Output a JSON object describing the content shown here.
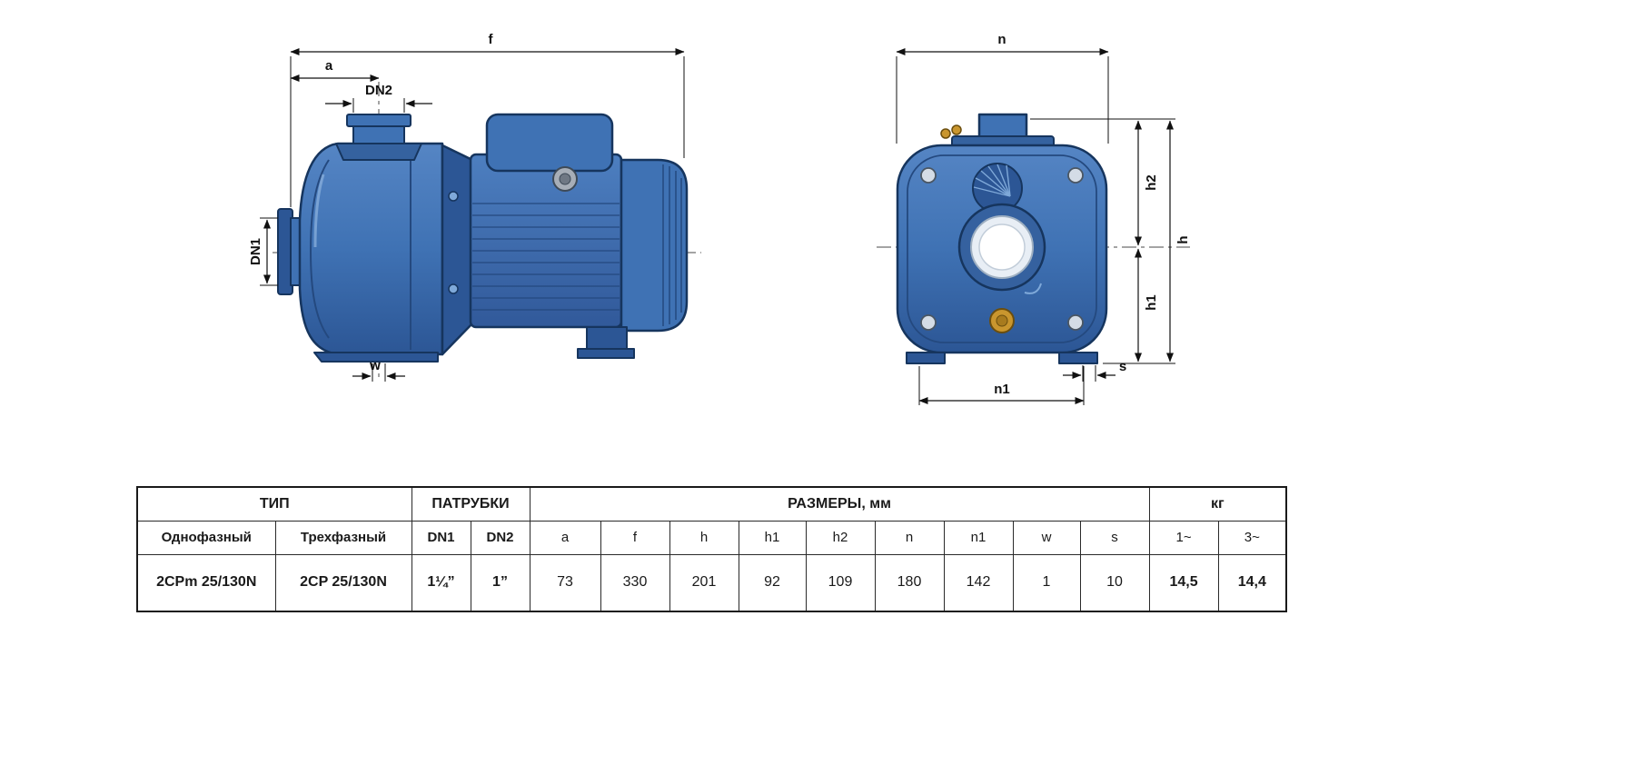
{
  "diagram": {
    "labels": {
      "f": "f",
      "a": "a",
      "dn2": "DN2",
      "dn1": "DN1",
      "w": "w",
      "n": "n",
      "h2": "h2",
      "h": "h",
      "h1": "h1",
      "s": "s",
      "n1": "n1"
    },
    "colors": {
      "pump_main": "#3f72b4",
      "pump_dark": "#2c5695",
      "pump_outline": "#16355e",
      "pump_light": "#7fa9d9",
      "brass": "#c9962e",
      "dimension_lines": "#111111"
    }
  },
  "table": {
    "groups": {
      "type": "ТИП",
      "ports": "ПАТРУБКИ",
      "sizes": "РАЗМЕРЫ, мм",
      "weight": "кг"
    },
    "columns": [
      "Однофазный",
      "Трехфазный",
      "DN1",
      "DN2",
      "a",
      "f",
      "h",
      "h1",
      "h2",
      "n",
      "n1",
      "w",
      "s",
      "1~",
      "3~"
    ],
    "rows": [
      [
        "2CPm 25/130N",
        "2CP 25/130N",
        "1¼”",
        "1”",
        "73",
        "330",
        "201",
        "92",
        "109",
        "180",
        "142",
        "1",
        "10",
        "14,5",
        "14,4"
      ]
    ]
  }
}
